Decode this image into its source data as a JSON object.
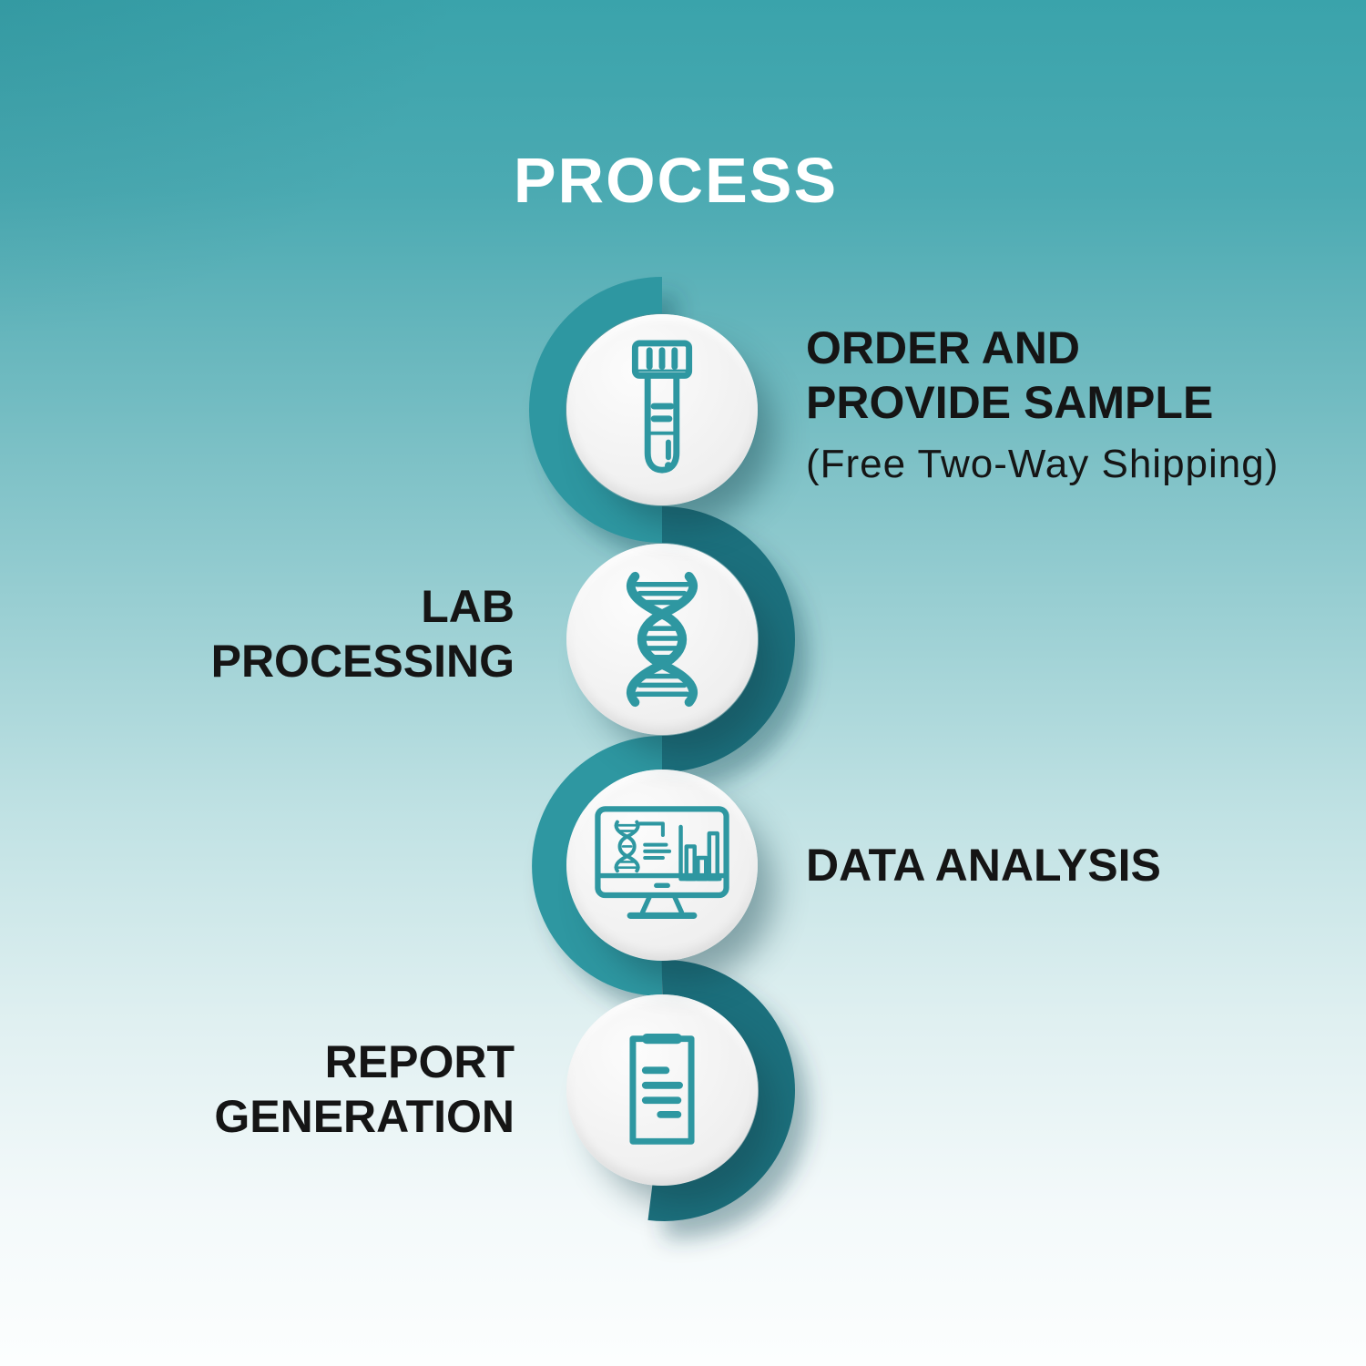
{
  "title": "PROCESS",
  "steps": [
    {
      "icon": "test-tube-icon",
      "label_line1": "ORDER AND",
      "label_line2": "PROVIDE SAMPLE",
      "note": "(Free Two-Way Shipping)",
      "label_side": "right"
    },
    {
      "icon": "dna-icon",
      "label_line1": "LAB",
      "label_line2": "PROCESSING",
      "label_side": "left"
    },
    {
      "icon": "monitor-analysis-icon",
      "label_line1": "DATA ANALYSIS",
      "label_side": "right"
    },
    {
      "icon": "report-document-icon",
      "label_line1": "REPORT",
      "label_line2": "GENERATION",
      "label_side": "left"
    }
  ],
  "colors": {
    "accent_teal": "#2E97A1",
    "accent_teal_dark": "#1E6F7D",
    "background_top": "#3AA3AB",
    "background_bottom": "#FCFEFE",
    "circle_fill": "#F2F2F2",
    "title_color": "#FFFFFF",
    "text_color": "#151515"
  }
}
